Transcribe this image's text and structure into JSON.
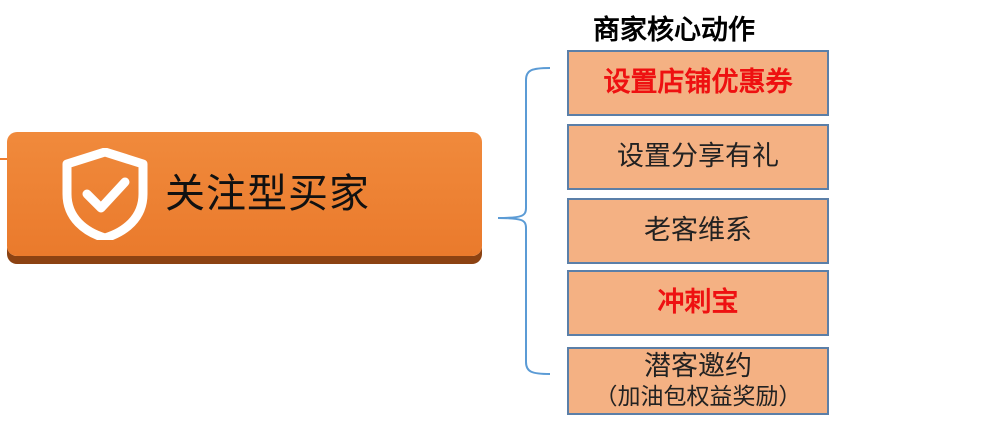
{
  "main_box": {
    "label": "关注型买家",
    "icon": "shield-check-icon"
  },
  "actions_heading": "商家核心动作",
  "actions": [
    {
      "label": "设置店铺优惠券",
      "sub": "",
      "highlight": true
    },
    {
      "label": "设置分享有礼",
      "sub": "",
      "highlight": false
    },
    {
      "label": "老客维系",
      "sub": "",
      "highlight": false
    },
    {
      "label": "冲刺宝",
      "sub": "",
      "highlight": true
    },
    {
      "label": "潜客邀约",
      "sub": "（加油包权益奖励）",
      "highlight": false
    }
  ],
  "colors": {
    "orange": "#ed7d31",
    "box_fill": "#f4b183",
    "box_border": "#5b7fa8",
    "highlight_text": "#ee1111",
    "bracket": "#5b9bd5"
  }
}
